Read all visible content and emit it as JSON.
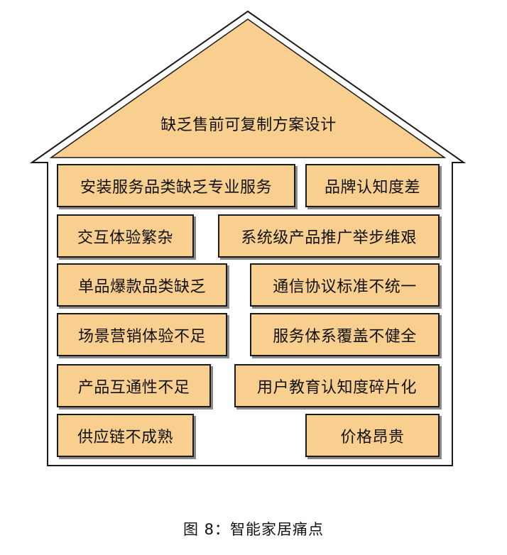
{
  "roof": {
    "label": "缺乏售前可复制方案设计"
  },
  "boxes": {
    "b1": "安装服务品类缺乏专业服务",
    "b2": "品牌认知度差",
    "b3": "交互体验繁杂",
    "b4": "系统级产品推广举步维艰",
    "b5": "单品爆款品类缺乏",
    "b6": "通信协议标准不统一",
    "b7": "场景营销体验不足",
    "b8": "服务体系覆盖不健全",
    "b9": "产品互通性不足",
    "b10": "用户教育认知度碎片化",
    "b11": "供应链不成熟",
    "b12": "价格昂贵"
  },
  "caption": "图 8：智能家居痛点",
  "colors": {
    "box_fill": "#f8cf8e",
    "outline": "#1a1a1a",
    "shadow": "#8a8a8a"
  }
}
